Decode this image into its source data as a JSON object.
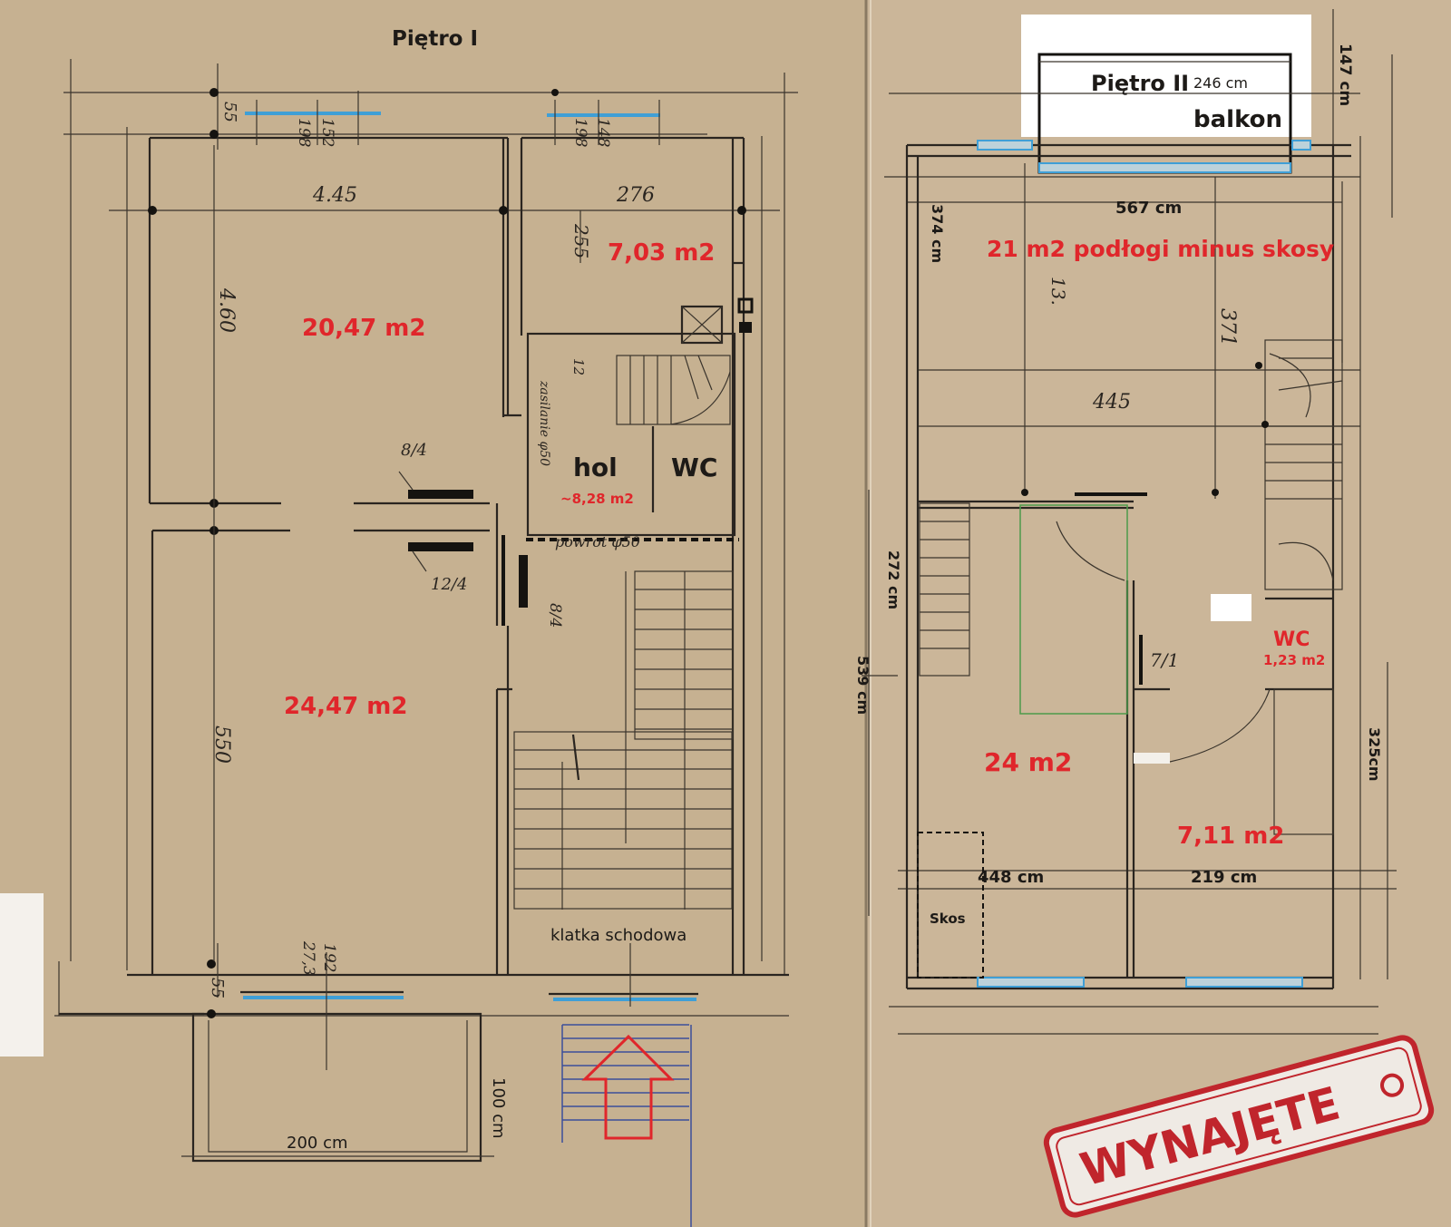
{
  "floor1": {
    "title": "Piętro I",
    "room_a_area": "20,47 m2",
    "room_b_area": "24,47 m2",
    "room_c_area": "7,03 m2",
    "hol_label": "hol",
    "hol_area": "~8,28 m2",
    "wc_label": "WC",
    "stairs_label": "klatka schodowa",
    "balcony_width": "200 cm",
    "balcony_depth": "100 cm",
    "dims": {
      "d445": "4.45",
      "d276": "276",
      "d460": "4.60",
      "d550": "550",
      "d255": "255",
      "d55_top": "55",
      "d198_a": "198",
      "d152": "152",
      "d198_b": "198",
      "d148": "148",
      "d55_bottom": "55",
      "d273": "27,3",
      "d192": "192",
      "d12": "12"
    },
    "notes": {
      "pipe_84_top": "8/4",
      "pipe_124": "12/4",
      "pipe_84_side": "8/4",
      "zasilanie": "zasilanie φ50",
      "powrot": "powrot φ50"
    }
  },
  "floor2": {
    "title": "Piętro II",
    "balcony_width": "246 cm",
    "balcony_label": "balkon",
    "balcony_depth": "147 cm",
    "width_top": "567 cm",
    "area_top": "21 m2 podłogi minus skosy",
    "height_top": "374 cm",
    "room_main_area": "24 m2",
    "room_small_area": "7,11 m2",
    "wc_label": "WC",
    "wc_area": "1,23 m2",
    "height_left_a": "272 cm",
    "height_left_b": "539 cm",
    "height_right": "325cm",
    "width_left": "448 cm",
    "width_right": "219 cm",
    "skos_label": "Skos",
    "dims": {
      "d445": "445",
      "d371": "371",
      "d13": "13.",
      "d71": "7/1"
    }
  },
  "stamp": {
    "text": "WYNAJĘTE",
    "color": "#c0252c"
  },
  "colors": {
    "paper": "#c9b496",
    "area_text": "#e0262b",
    "window": "#3f9fd6"
  }
}
